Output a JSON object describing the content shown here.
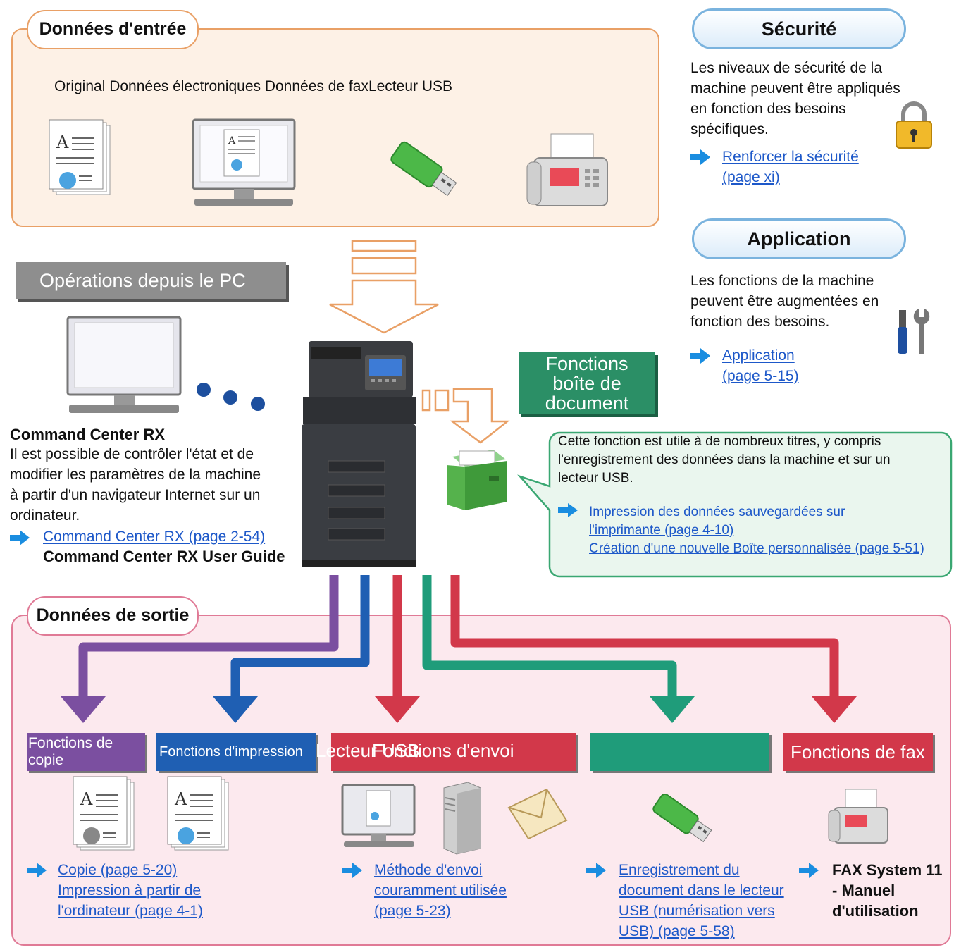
{
  "input": {
    "title": "Données d'entrée",
    "sources_line": "Original Données électroniques Données de faxLecteur USB",
    "icons": [
      "document-icon",
      "monitor-icon",
      "usb-drive-icon",
      "fax-machine-icon"
    ]
  },
  "security": {
    "title": "Sécurité",
    "text": [
      "Les niveaux de sécurité de la",
      "machine peuvent être appliqués",
      "en fonction des besoins",
      "spécifiques."
    ],
    "link": [
      "Renforcer la sécurité",
      "(page xi)"
    ]
  },
  "application": {
    "title": "Application",
    "text": [
      "Les fonctions de la machine",
      "peuvent être augmentées en",
      "fonction des besoins."
    ],
    "link": [
      "Application",
      "(page 5-15)"
    ]
  },
  "pc_ops": {
    "title": "Opérations depuis le PC",
    "product": "Command Center RX",
    "text": [
      "Il est possible de contrôler l'état et de",
      "modifier les paramètres de la machine",
      "à partir d'un navigateur Internet sur un",
      "ordinateur."
    ],
    "link": "Command Center RX (page 2-54)",
    "guide": "Command Center RX User Guide"
  },
  "doc_box": {
    "title_lines": [
      "Fonctions",
      "boîte de",
      "document"
    ],
    "text": [
      "Cette fonction est utile à de nombreux titres, y compris",
      "l'enregistrement des données dans la machine et sur un",
      "lecteur USB."
    ],
    "links": [
      "Impression des données sauvegardées sur",
      "l'imprimante (page 4-10)",
      "Création d'une nouvelle Boîte personnalisée (page 5-51)"
    ]
  },
  "output": {
    "title": "Données de sortie",
    "bars": {
      "copy": "Fonctions de copie",
      "print": "Fonctions d'impression",
      "send": "Fonctions d'envoi",
      "send_overlap": "Lecteur USB",
      "fax": "Fonctions de fax"
    },
    "links_copy": [
      "Copie (page 5-20)",
      "Impression à partir de",
      "l'ordinateur (page 4-1)"
    ],
    "links_send": [
      "Méthode d'envoi",
      "couramment utilisée",
      "(page 5-23)"
    ],
    "links_usb": [
      "Enregistrement du",
      "document dans le lecteur",
      "USB (numérisation vers",
      "USB) (page 5-58)"
    ],
    "fax_manual": [
      "FAX System 11",
      "- Manuel",
      "d'utilisation"
    ]
  },
  "colors": {
    "input_border": "#e9a066",
    "output_border": "#e07a96",
    "copy": "#7b4fa0",
    "print": "#1f5fb3",
    "send": "#d2384a",
    "usb": "#1f9c7a",
    "fax": "#d2384a",
    "docbox": "#2b8f66",
    "link": "#1d58c9"
  }
}
